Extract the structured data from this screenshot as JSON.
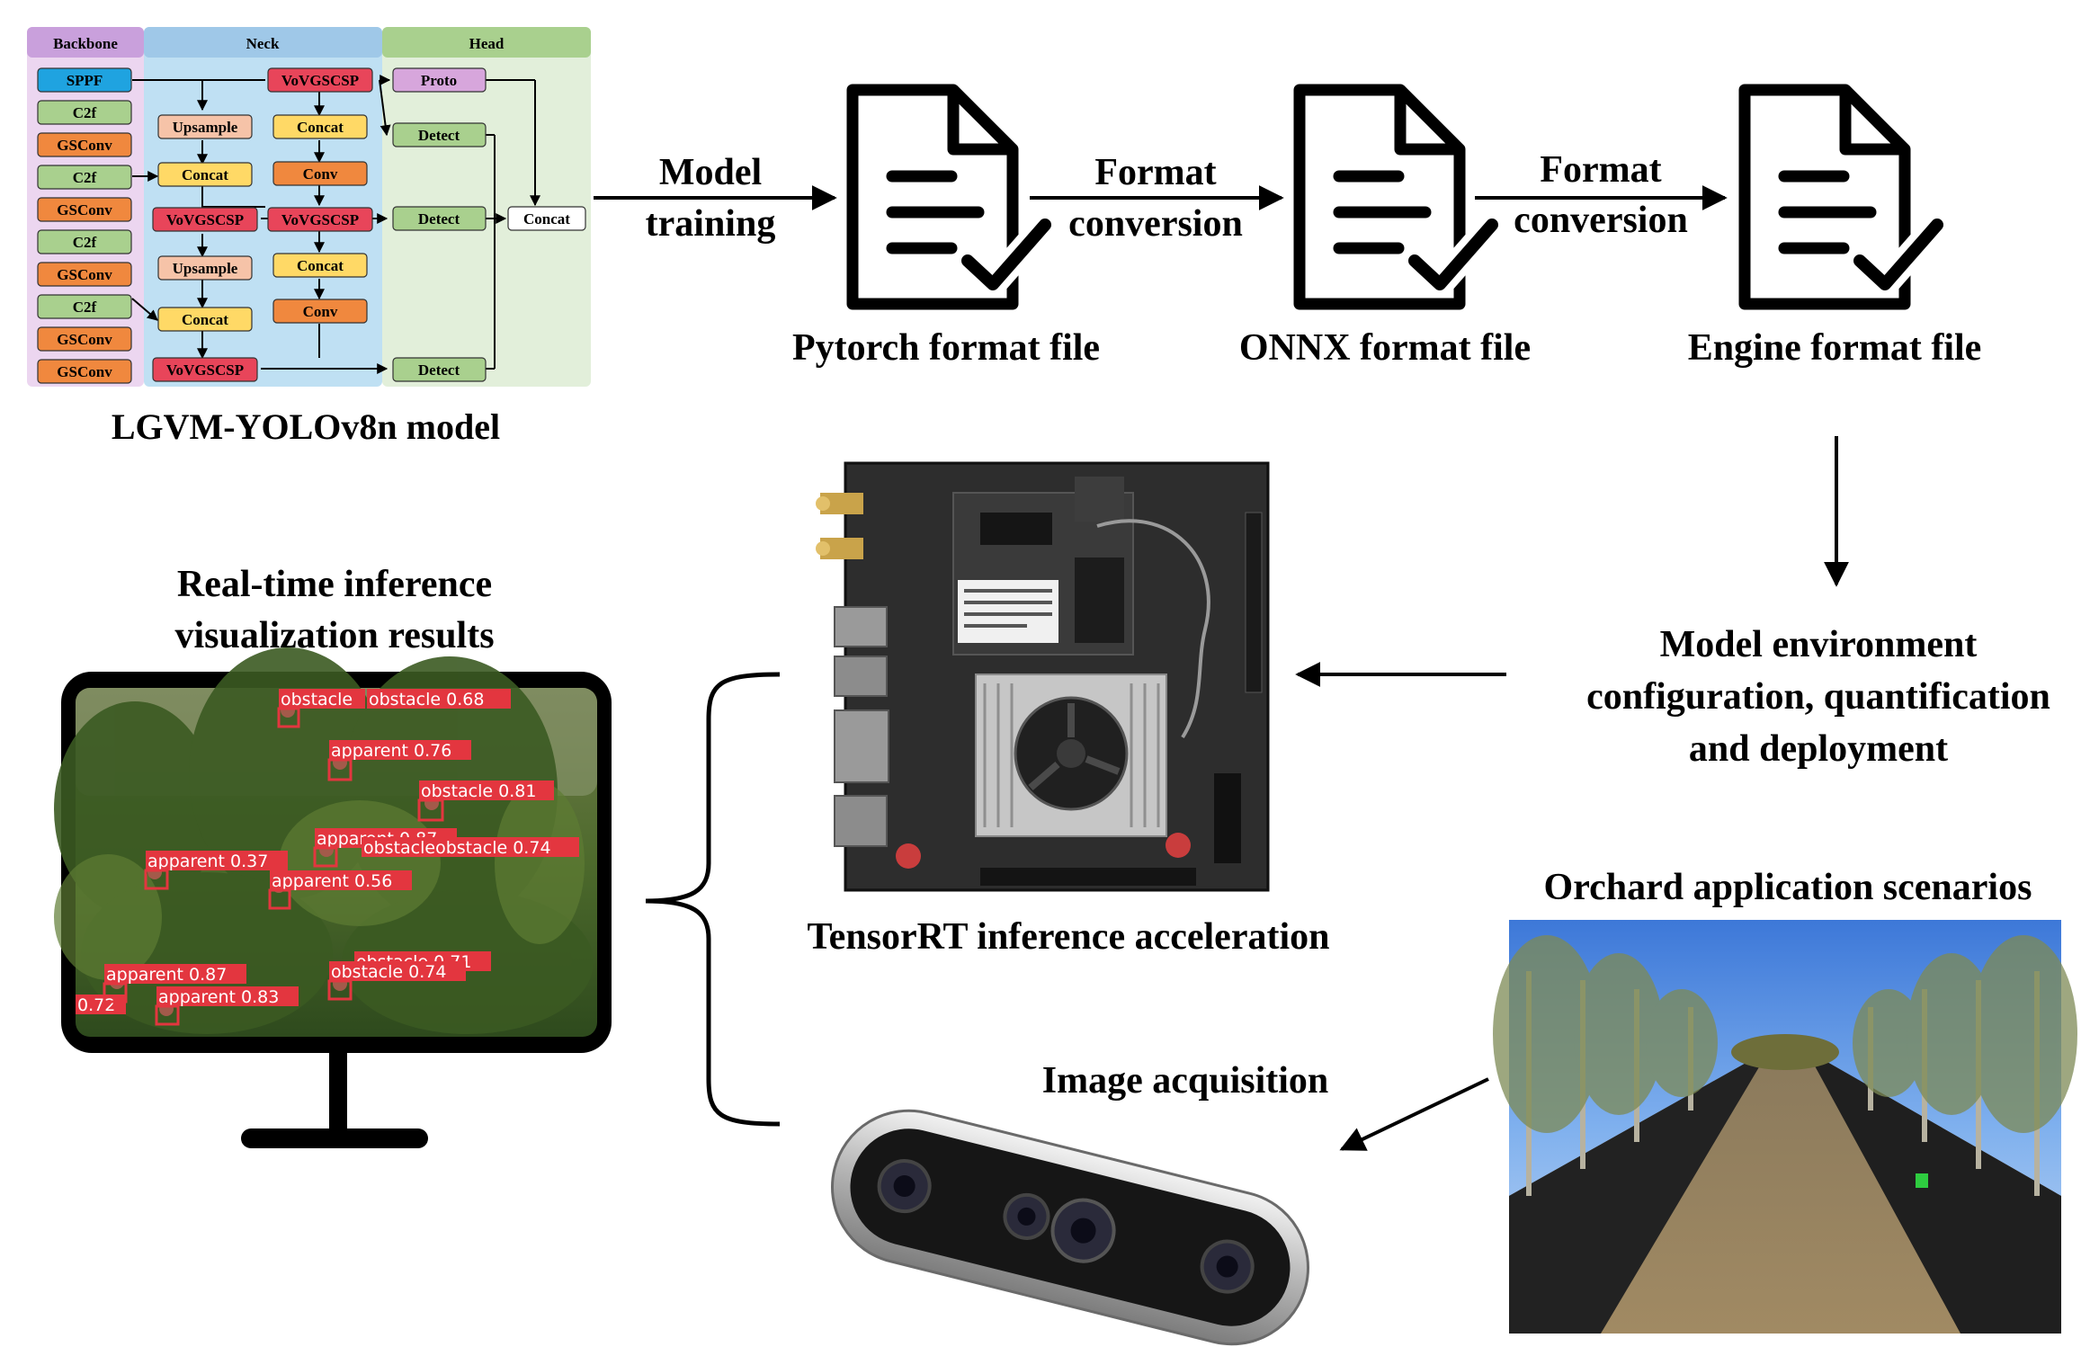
{
  "model": {
    "caption": "LGVM-YOLOv8n model",
    "sections": {
      "backbone": "Backbone",
      "neck": "Neck",
      "head": "Head"
    },
    "backbone_blocks": [
      "SPPF",
      "C2f",
      "GSConv",
      "C2f",
      "GSConv",
      "C2f",
      "GSConv",
      "C2f",
      "GSConv",
      "GSConv"
    ],
    "neck_left_blocks": [
      "Upsample",
      "Concat",
      "VoVGSCSP",
      "Upsample",
      "Concat",
      "VoVGSCSP"
    ],
    "neck_right_blocks": [
      "VoVGSCSP",
      "Concat",
      "Conv",
      "VoVGSCSP",
      "Concat",
      "Conv"
    ],
    "head_blocks": [
      "Proto",
      "Detect",
      "Detect",
      "Detect"
    ],
    "head_concat": "Concat"
  },
  "pipeline": {
    "step1_line1": "Model",
    "step1_line2": "training",
    "step2_line1": "Format",
    "step2_line2": "conversion",
    "step3_line1": "Format",
    "step3_line2": "conversion",
    "file1": "Pytorch format file",
    "file2": "ONNX format file",
    "file3": "Engine format file"
  },
  "deploy": {
    "line1": "Model environment",
    "line2": "configuration, quantification",
    "line3": "and deployment"
  },
  "tensorrt_label": "TensorRT inference acceleration",
  "realtime": {
    "line1": "Real-time inference",
    "line2": "visualization results"
  },
  "orchard_label": "Orchard application scenarios",
  "image_acquisition_label": "Image acquisition",
  "detections": [
    "obstacle",
    "obstacle 0.68",
    "apparent 0.76",
    "obstacle 0.81",
    "apparent 0.87",
    "obstacleobstacle 0.74",
    "apparent 0.37",
    "apparent 0.56",
    "obstacle 0.71",
    "obstacle 0.74",
    "apparent 0.87",
    "apparent 0.83",
    "0.72"
  ],
  "colors": {
    "backbone_header": "#c9a0dc",
    "backbone_bg": "#ecd6f0",
    "neck_header": "#9fc8e8",
    "neck_bg": "#bfe0f3",
    "head_header": "#a9d08e",
    "head_bg": "#e2efda",
    "sppf": "#1fa3e0",
    "c2f": "#a9d08e",
    "gsconv": "#f0883e",
    "upsample": "#f6c3a8",
    "concat": "#ffd966",
    "conv": "#f0883e",
    "vovgscsp": "#e8455a",
    "proto": "#d7a6dc",
    "detect": "#a9d08e",
    "detection_box": "#e3363f"
  }
}
